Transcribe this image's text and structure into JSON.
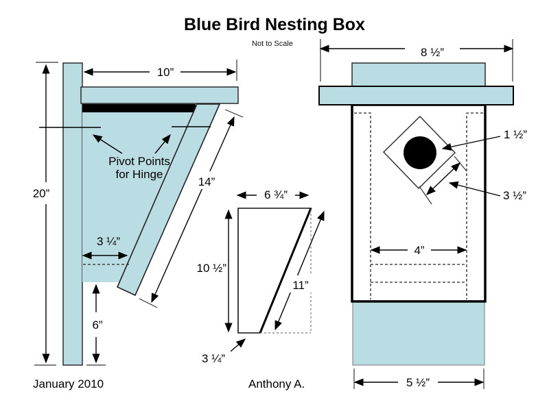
{
  "title": "Blue Bird Nesting Box",
  "subtitle": "Not to Scale",
  "footer": {
    "date": "January 2010",
    "author": "Anthony A."
  },
  "colors": {
    "wood": "#b9dde2",
    "outline": "#000000",
    "hole": "#000000"
  },
  "side_view": {
    "height": "20”",
    "roof_depth": "10”",
    "front_length": "14”",
    "floor_depth": "3 ¼”",
    "bottom_offset": "6”",
    "note_line1": "Pivot Points",
    "note_line2": "for Hinge"
  },
  "side_panel": {
    "top_width": "6 ¾”",
    "back_height": "10 ½”",
    "slant_length": "11”",
    "bottom_width": "3 ¼”"
  },
  "front_view": {
    "roof_width": "8 ½”",
    "hole_diameter": "1 ½”",
    "hole_block": "3 ½”",
    "inner_width": "4”",
    "body_width": "5 ½”"
  }
}
